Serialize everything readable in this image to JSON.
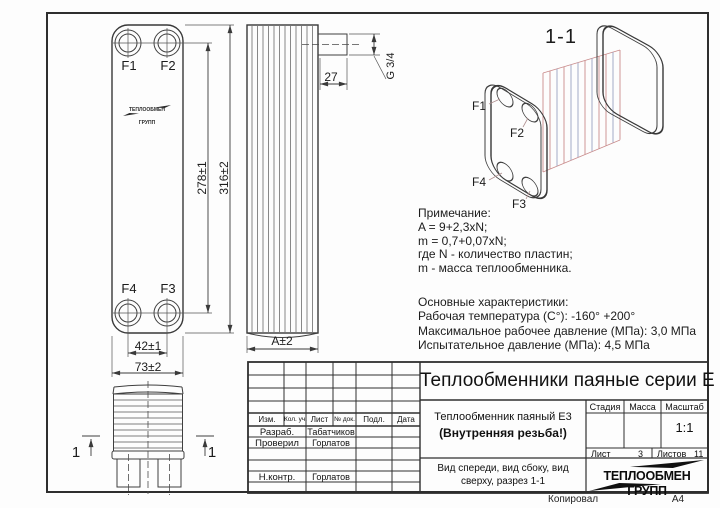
{
  "views": {
    "front": {
      "f1": "F1",
      "f2": "F2",
      "f3": "F3",
      "f4": "F4",
      "dim_ports_vertical": "278±1",
      "dim_height": "316±2",
      "dim_ports_horizontal": "42±1",
      "dim_width": "73±2"
    },
    "side": {
      "dim_port_length": "27",
      "thread": "G 3/4",
      "dim_depth": "A±2"
    },
    "top": {
      "section_left": "1",
      "section_right": "1"
    },
    "iso": {
      "title": "1-1",
      "f1": "F1",
      "f2": "F2",
      "f3": "F3",
      "f4": "F4"
    },
    "badge_text": "ТЕПЛООБМЕН ГРУПП"
  },
  "notes": {
    "title": "Примечание:",
    "line1": "A = 9+2,3xN;",
    "line2": "m = 0,7+0,07xN;",
    "line3": "где N - количество пластин;",
    "line4": "m - масса теплообменника."
  },
  "specs": {
    "title": "Основные характеристики:",
    "temperature": "Рабочая температура (C°): -160° +200°",
    "max_pressure": "Максимальное рабочее давление (МПа): 3,0 МПа",
    "test_pressure": "Испытательное давление (МПа): 4,5 МПа"
  },
  "title_block": {
    "series_title": "Теплообменники паяные серии Е",
    "header_cols": [
      "Изм.",
      "Кол. уч.",
      "Лист",
      "№ док.",
      "Подл.",
      "Дата"
    ],
    "rows": [
      {
        "role": "Разраб.",
        "name": "Табатчиков"
      },
      {
        "role": "Проверил",
        "name": "Горлатов"
      },
      {
        "role": "Н.контр.",
        "name": "Горлатов"
      }
    ],
    "doc_name_line1": "Теплообменник паяный Е3",
    "doc_name_line2": "(Внутренняя резьба!)",
    "stage_label": "Стадия",
    "mass_label": "Масса",
    "scale_label": "Масштаб",
    "scale_value": "1:1",
    "sheet_label": "Лист",
    "sheet_value": "3",
    "sheets_label": "Листов",
    "sheets_value": "11",
    "view_desc": "Вид спереди, вид сбоку, вид сверху, разрез 1-1",
    "logo_text": "ТЕПЛООБМЕН ГРУПП"
  },
  "footer": {
    "copied_label": "Копировал",
    "format_label": "A4"
  },
  "colors": {
    "line": "#3a3a3a",
    "plate_red": "#c98b8b",
    "plate_blue": "#9aa3c0"
  }
}
